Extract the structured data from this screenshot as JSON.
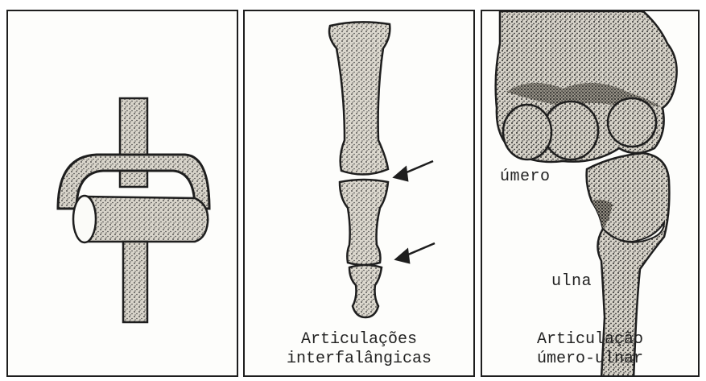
{
  "colors": {
    "ink": "#1e1e1e",
    "paper": "#fdfdfb",
    "bone_fill": "#c9c4b8"
  },
  "panels": [
    {
      "id": "hinge-model",
      "caption_lines": []
    },
    {
      "id": "interphalangeal",
      "caption_lines": [
        "Articulações",
        "interfalângicas"
      ],
      "arrows": [
        "arrow-upper-joint",
        "arrow-lower-joint"
      ]
    },
    {
      "id": "humero-ulnar",
      "caption_lines": [
        "Articulação",
        "úmero-ulnar"
      ],
      "labels": {
        "humerus": "úmero",
        "ulna": "ulna"
      }
    }
  ]
}
